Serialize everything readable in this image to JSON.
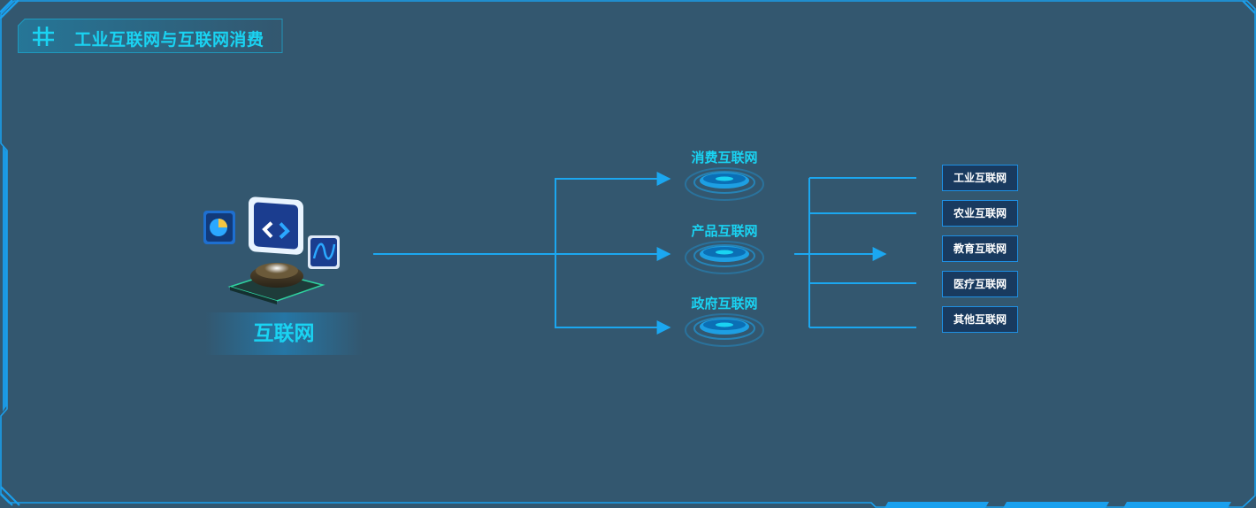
{
  "header": {
    "title": "工业互联网与互联网消费",
    "icon": "hash-grid-icon"
  },
  "source": {
    "label": "互联网",
    "icon": "internet-devices-icon"
  },
  "middle_nodes": [
    {
      "label": "消费互联网"
    },
    {
      "label": "产品互联网"
    },
    {
      "label": "政府互联网"
    }
  ],
  "right_nodes": [
    {
      "label": "工业互联网"
    },
    {
      "label": "农业互联网"
    },
    {
      "label": "教育互联网"
    },
    {
      "label": "医疗互联网"
    },
    {
      "label": "其他互联网"
    }
  ],
  "colors": {
    "background": "#33576f",
    "accent": "#1ad3f2",
    "line": "#1ba7f0",
    "box_border": "#1e8fe3",
    "box_fill": "#193a5f"
  }
}
